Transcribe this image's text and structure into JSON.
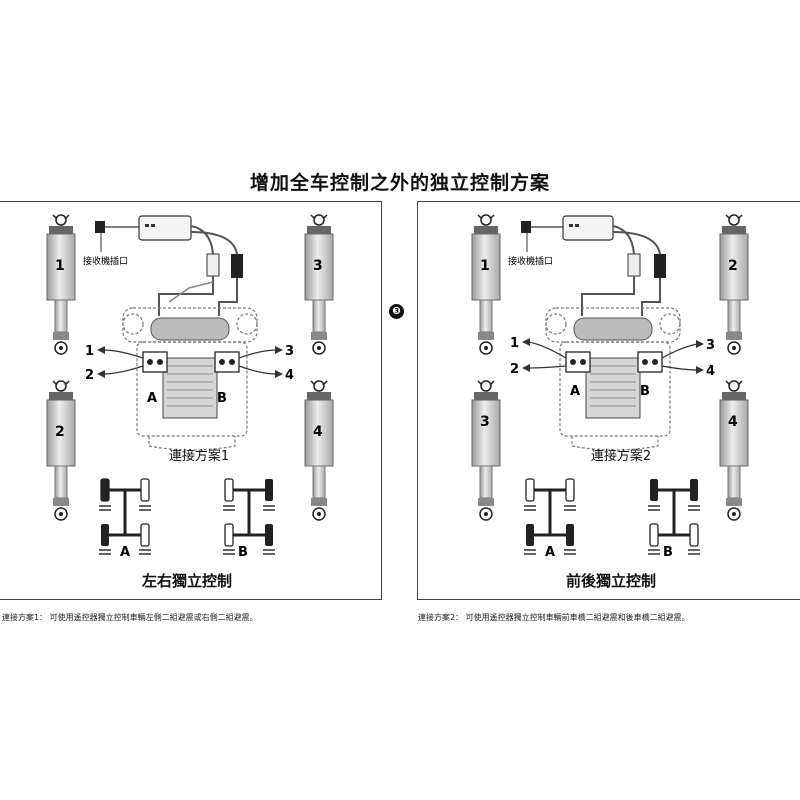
{
  "title": "增加全车控制之外的独立控制方案",
  "step_marker": "❸",
  "receiver_label": "接收機插口",
  "panels": [
    {
      "caption": "連接方案1",
      "panel_title": "左右獨立控制",
      "shock_labels": [
        "1",
        "3",
        "2",
        "4"
      ],
      "channel_labels": [
        "1",
        "2",
        "3",
        "4"
      ],
      "port_labels": [
        "A",
        "B"
      ],
      "note": "連接方案1：  可使用遙控器獨立控制車輛左側二組避震或右側二組避震。"
    },
    {
      "caption": "連接方案2",
      "panel_title": "前後獨立控制",
      "shock_labels": [
        "1",
        "2",
        "3",
        "4"
      ],
      "channel_labels": [
        "1",
        "2",
        "3",
        "4"
      ],
      "port_labels": [
        "A",
        "B"
      ],
      "note": "連接方案2：  可使用遙控器獨立控制車輛前車橋二組避震和後車橋二組避震。"
    }
  ]
}
